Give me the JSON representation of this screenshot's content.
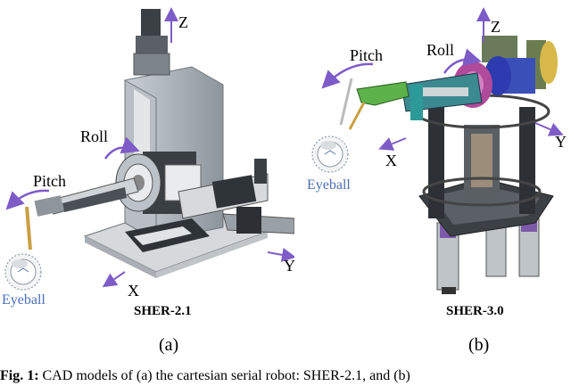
{
  "figure": {
    "left_panel": {
      "name": "SHER-2.1",
      "label": "(a)",
      "axes": {
        "z": "Z",
        "y": "Y",
        "x": "X"
      },
      "rotations": {
        "roll": "Roll",
        "pitch": "Pitch"
      },
      "eyeball": "Eyeball"
    },
    "right_panel": {
      "name": "SHER-3.0",
      "label": "(b)",
      "axes": {
        "z": "Z",
        "y": "Y",
        "x": "X"
      },
      "rotations": {
        "roll": "Roll",
        "pitch": "Pitch"
      },
      "eyeball": "Eyeball"
    },
    "caption": {
      "prefix": "Fig. 1:",
      "text": " CAD models of (a) the cartesian serial robot: SHER-2.1, and (b)"
    },
    "colors": {
      "annotation": "#7e5cc7",
      "eyeball_text": "#4a6fb5",
      "steel": "#9aa3ab",
      "dark": "#2b2f33",
      "green": "#5db34a",
      "blue": "#3a4fb8",
      "magenta": "#b04a9a",
      "teal": "#3a8a90"
    }
  }
}
